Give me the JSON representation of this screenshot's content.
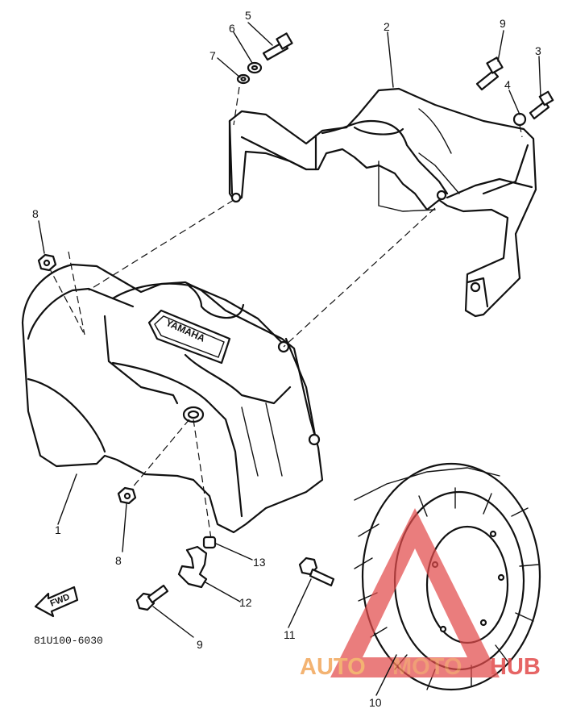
{
  "diagram": {
    "part_code": "81U100-6030",
    "direction_label": "FWD",
    "brand_marking": "YAMAHA",
    "callouts": [
      {
        "id": "c1",
        "label": "1"
      },
      {
        "id": "c2",
        "label": "2"
      },
      {
        "id": "c3",
        "label": "3"
      },
      {
        "id": "c4",
        "label": "4"
      },
      {
        "id": "c5",
        "label": "5"
      },
      {
        "id": "c6",
        "label": "6"
      },
      {
        "id": "c7",
        "label": "7"
      },
      {
        "id": "c8a",
        "label": "8"
      },
      {
        "id": "c8b",
        "label": "8"
      },
      {
        "id": "c9a",
        "label": "9"
      },
      {
        "id": "c9b",
        "label": "9"
      },
      {
        "id": "c10",
        "label": "10"
      },
      {
        "id": "c11",
        "label": "11"
      },
      {
        "id": "c12",
        "label": "12"
      },
      {
        "id": "c13",
        "label": "13"
      }
    ]
  },
  "watermark": {
    "text_left": "AUTO",
    "text_mid": "MOTO",
    "text_right": "HUB",
    "color_orange": "#f2a65a",
    "color_red": "#e24b4b"
  }
}
